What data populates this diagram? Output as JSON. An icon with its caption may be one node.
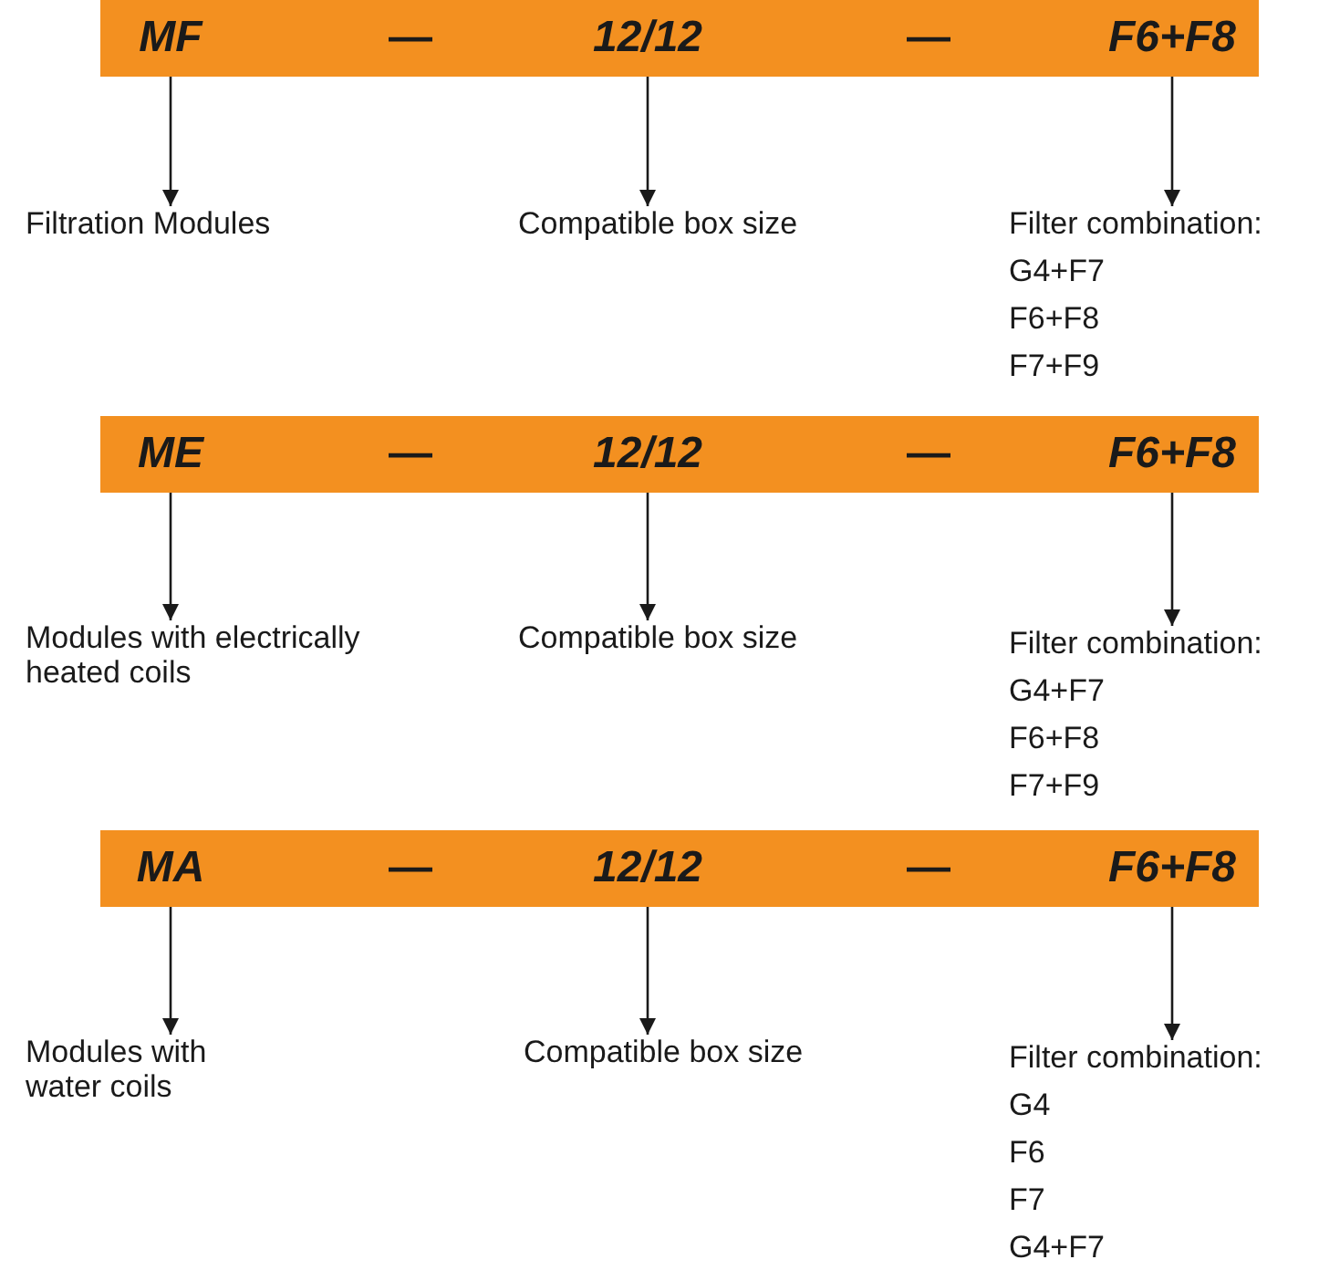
{
  "diagram": {
    "nodes": [
      {
        "text": [],
        "shape": "bar"
      },
      {
        "text": [
          "MF"
        ],
        "in": 0
      },
      {
        "text": [
          "12/12"
        ],
        "in": 0
      },
      {
        "text": [
          "F6+F8"
        ],
        "in": 0
      },
      {
        "text": [
          "Filtration Modules"
        ]
      },
      {
        "text": [
          "Compatible box size"
        ]
      },
      {
        "text": [
          "Filter combination:",
          "G4+F7",
          "F6+F8",
          "F7+F9"
        ]
      },
      {
        "text": [],
        "shape": "bar"
      },
      {
        "text": [
          "ME"
        ],
        "in": 7
      },
      {
        "text": [
          "12/12"
        ],
        "in": 7
      },
      {
        "text": [
          "F6+F8"
        ],
        "in": 7
      },
      {
        "text": [
          "Modules with electrically heated coils"
        ]
      },
      {
        "text": [
          "Compatible box size"
        ]
      },
      {
        "text": [
          "Filter combination:",
          "G4+F7",
          "F6+F8",
          "F7+F9"
        ]
      },
      {
        "text": [],
        "shape": "bar"
      },
      {
        "text": [
          "MA"
        ],
        "in": 14
      },
      {
        "text": [
          "12/12"
        ],
        "in": 14
      },
      {
        "text": [
          "F6+F8"
        ],
        "in": 14
      },
      {
        "text": [
          "Modules with water coils"
        ]
      },
      {
        "text": [
          "Compatible box size"
        ]
      },
      {
        "text": [
          "Filter combination:",
          "G4",
          "F6",
          "F7",
          "G4+F7"
        ]
      }
    ],
    "edges": [
      {
        "from": 1,
        "to": 4,
        "arrow": "to"
      },
      {
        "from": 2,
        "to": 5,
        "arrow": "to"
      },
      {
        "from": 3,
        "to": 6,
        "arrow": "to"
      },
      {
        "from": 8,
        "to": 11,
        "arrow": "to"
      },
      {
        "from": 9,
        "to": 12,
        "arrow": "to"
      },
      {
        "from": 10,
        "to": 13,
        "arrow": "to"
      },
      {
        "from": 15,
        "to": 18,
        "arrow": "to"
      },
      {
        "from": 16,
        "to": 19,
        "arrow": "to"
      },
      {
        "from": 17,
        "to": 20,
        "arrow": "to"
      }
    ],
    "labels": [
      "—",
      "—",
      "—",
      "—",
      "—",
      "—"
    ]
  }
}
